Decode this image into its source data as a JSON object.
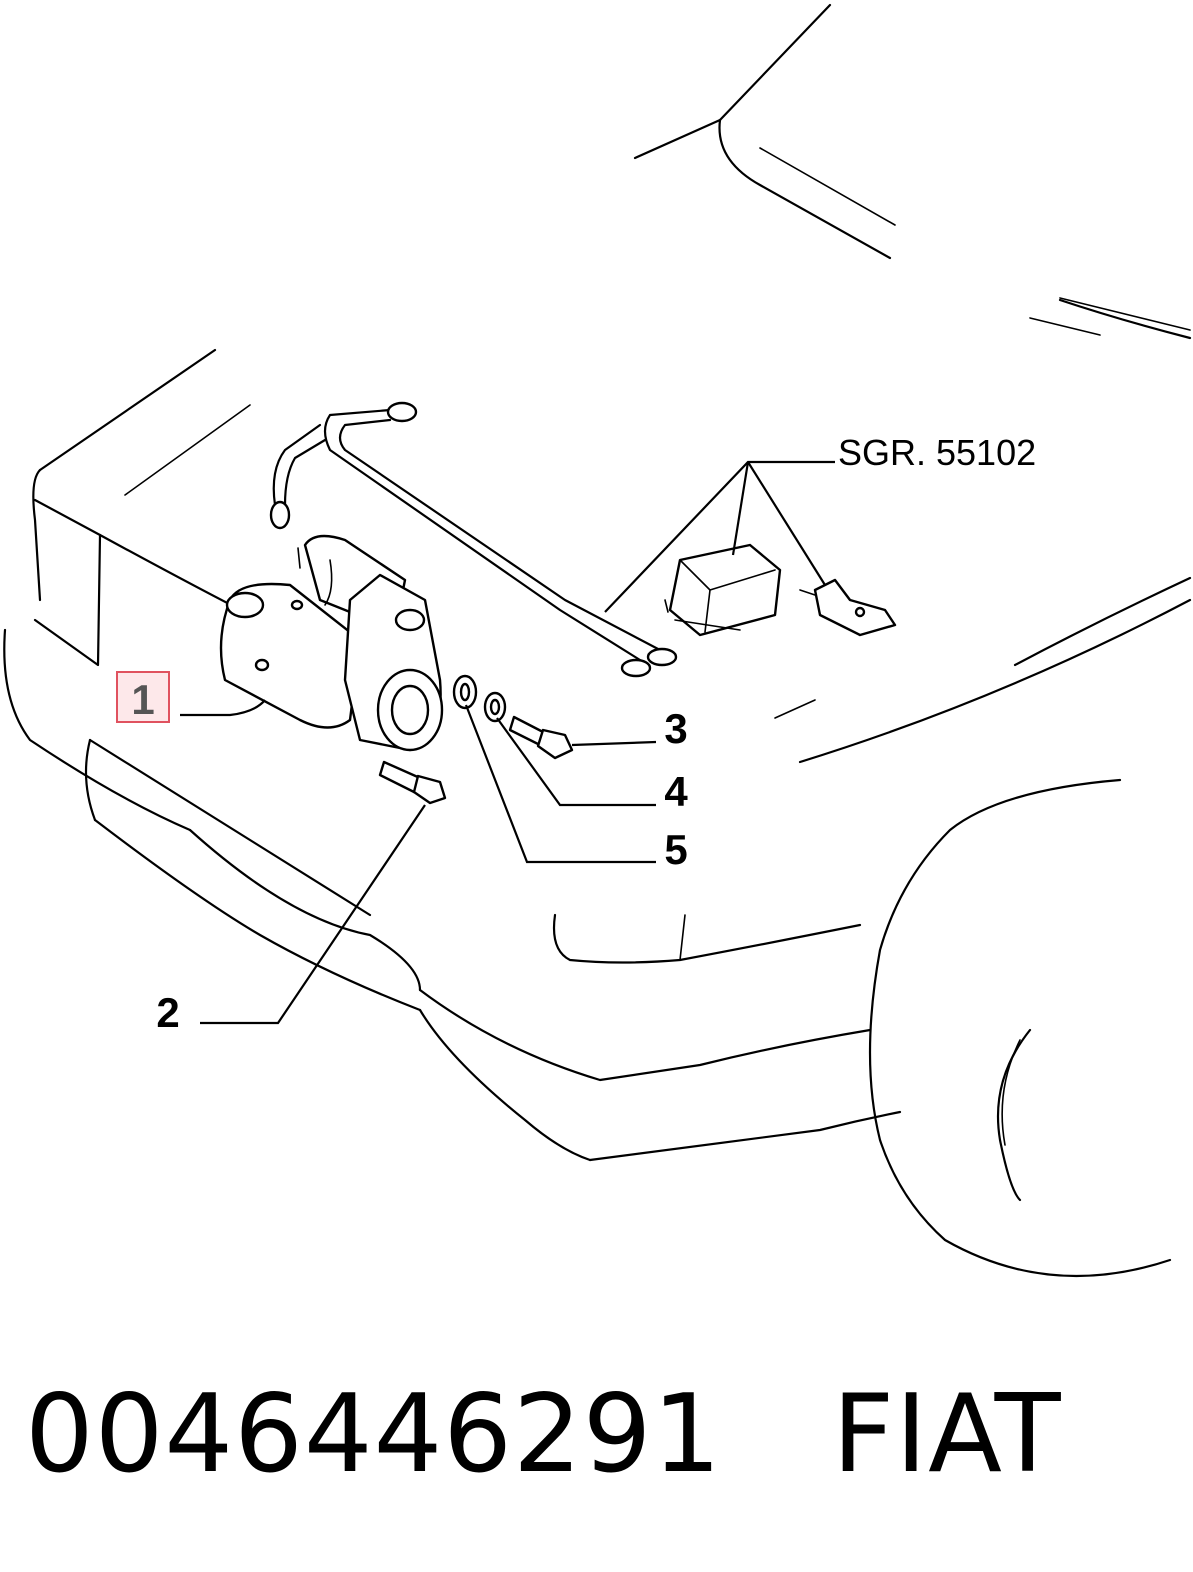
{
  "callouts": {
    "c1": "1",
    "c2": "2",
    "c3": "3",
    "c4": "4",
    "c5": "5"
  },
  "ref_group": "SGR. 55102",
  "footer": {
    "part_number": "0046446291",
    "brand": "FIAT"
  },
  "highlight": {
    "callout": "1",
    "fill": "#fde8ea",
    "border": "#e0525f"
  }
}
